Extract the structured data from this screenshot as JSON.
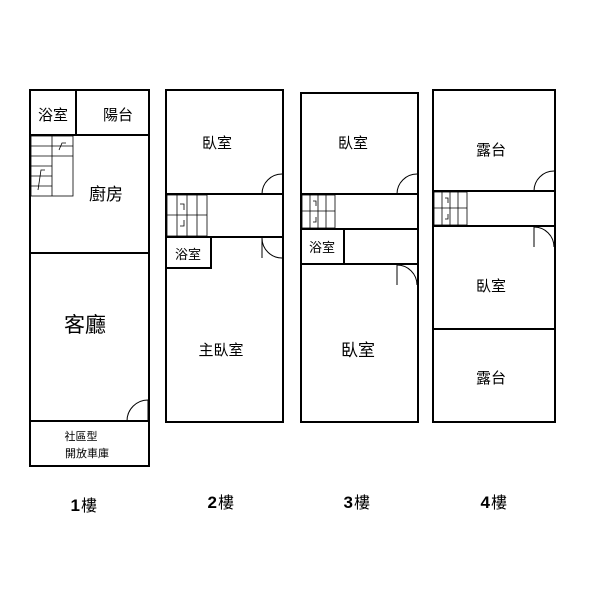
{
  "floors": [
    {
      "num": "1",
      "unit": "樓",
      "rooms": {
        "bath": "浴室",
        "balcony": "陽台",
        "kitchen": "廚房",
        "living": "客廳",
        "garage_line1": "社區型",
        "garage_line2": "開放車庫"
      }
    },
    {
      "num": "2",
      "unit": "樓",
      "rooms": {
        "bedroom_front": "臥室",
        "bath": "浴室",
        "master": "主臥室"
      }
    },
    {
      "num": "3",
      "unit": "樓",
      "rooms": {
        "bedroom_front": "臥室",
        "bath": "浴室",
        "bedroom_back": "臥室"
      }
    },
    {
      "num": "4",
      "unit": "樓",
      "rooms": {
        "terrace_front": "露台",
        "bedroom": "臥室",
        "terrace_back": "露台"
      }
    }
  ]
}
